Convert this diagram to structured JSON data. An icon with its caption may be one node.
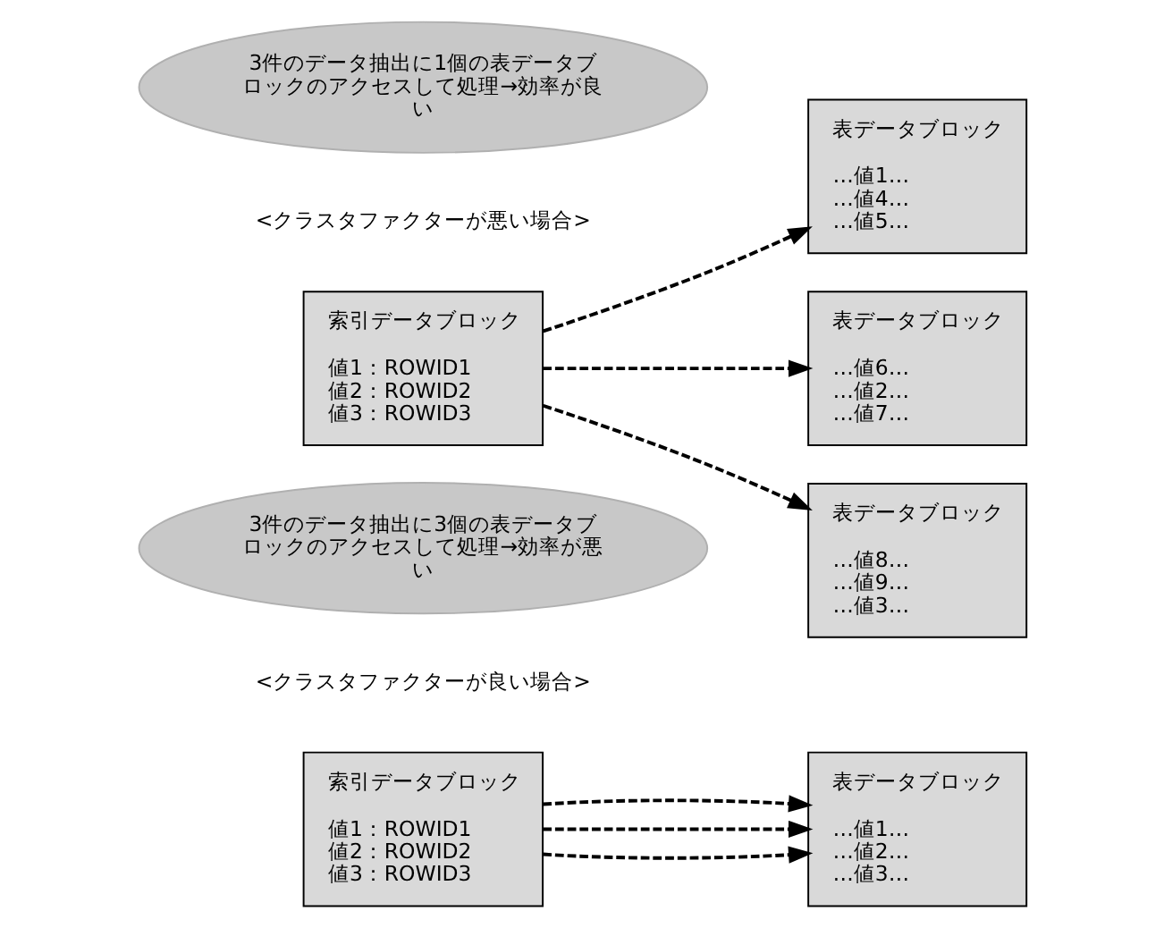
{
  "diagram": {
    "nodes": [
      {
        "text": [
          "索引データブロック",
          "値1：ROWID1",
          "値2：ROWID2",
          "値3：ROWID3"
        ]
      },
      {
        "text": [
          "表データブロック",
          "…値1…",
          "…値2…",
          "…値3…"
        ]
      },
      {
        "text": [
          "3件のデータ抽出に1個の表データブロックのアクセスして処理→効率が良い"
        ]
      },
      {
        "text": [
          "索引データブロック",
          "値1：ROWID1",
          "値2：ROWID2",
          "値3：ROWID3"
        ]
      },
      {
        "text": [
          "表データブロック",
          "…値1…",
          "…値4…",
          "…値5…"
        ]
      },
      {
        "text": [
          "表データブロック",
          "…値6…",
          "…値2…",
          "…値7…"
        ]
      },
      {
        "text": [
          "表データブロック",
          "…値8…",
          "…値9…",
          "…値3…"
        ]
      },
      {
        "text": [
          "3件のデータ抽出に3個の表データブロックのアクセスして処理→効率が悪い"
        ]
      }
    ],
    "edges": [
      {
        "from": 0,
        "to": 1,
        "arrow": "to",
        "style": "dashed"
      },
      {
        "from": 0,
        "to": 1,
        "arrow": "to",
        "style": "dashed"
      },
      {
        "from": 0,
        "to": 1,
        "arrow": "to",
        "style": "dashed"
      },
      {
        "from": 3,
        "to": 4,
        "arrow": "to",
        "style": "dashed"
      },
      {
        "from": 3,
        "to": 5,
        "arrow": "to",
        "style": "dashed"
      },
      {
        "from": 3,
        "to": 6,
        "arrow": "to",
        "style": "dashed"
      }
    ],
    "labels": [
      "<クラスタファクターが良い場合>",
      "<クラスタファクターが悪い場合>"
    ]
  }
}
